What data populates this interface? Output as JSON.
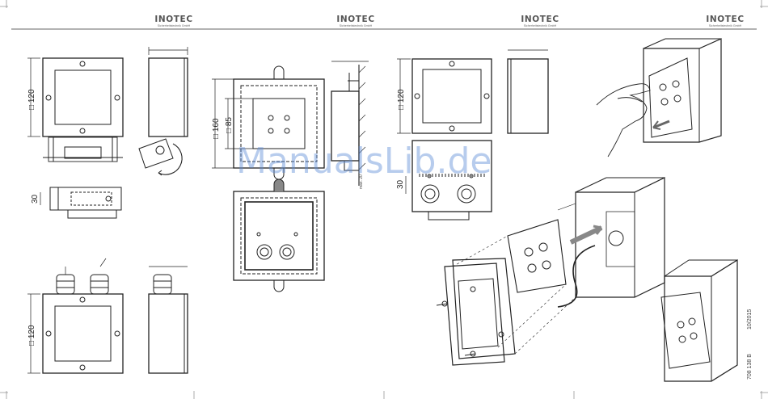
{
  "header": {
    "logos": [
      {
        "brand": "INOTEC",
        "sub": "Sicherheitstechnik GmbH"
      },
      {
        "brand": "INOTEC",
        "sub": "Sicherheitstechnik GmbH"
      },
      {
        "brand": "INOTEC",
        "sub": "Sicherheitstechnik GmbH"
      },
      {
        "brand": "INOTEC",
        "sub": "Sicherheitstechnik GmbH"
      }
    ]
  },
  "dimensions": {
    "d120_a": "□ 120",
    "d30_a": "30",
    "d120_b": "□ 120",
    "d160": "□ 160",
    "d85": "□ 85",
    "d120_c": "□ 120",
    "d30_b": "30",
    "max": "max. 20"
  },
  "footer": {
    "date": "10/2015",
    "doc_number": "708 138 B"
  },
  "watermark": "ManualsLib.de"
}
